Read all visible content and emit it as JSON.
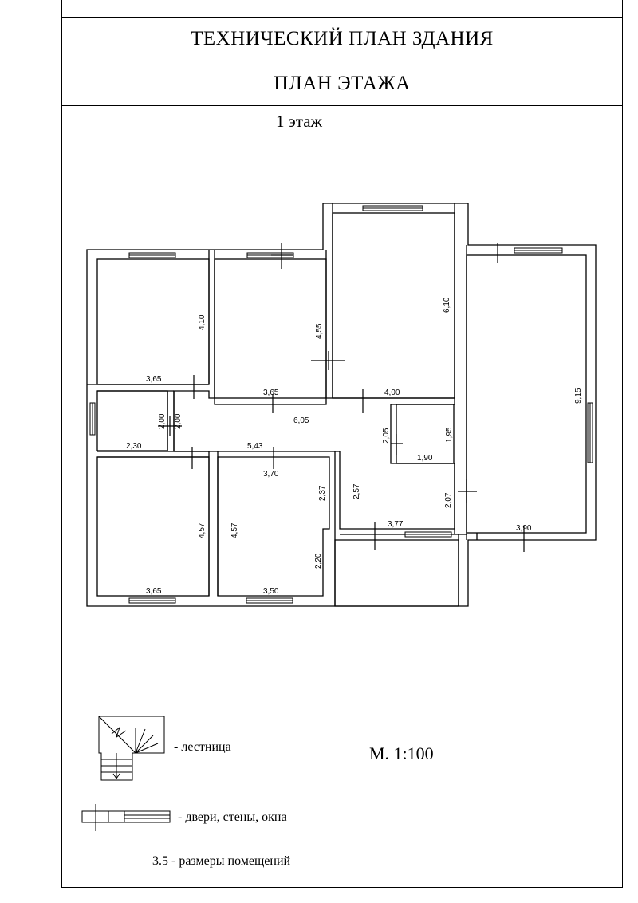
{
  "header": {
    "title": "ТЕХНИЧЕСКИЙ ПЛАН ЗДАНИЯ",
    "subtitle": "ПЛАН ЭТАЖА",
    "floor": "1 этаж"
  },
  "rooms": [
    {
      "id": "r1",
      "width": "3,65",
      "height": "4,10"
    },
    {
      "id": "r2",
      "width": "3,65",
      "height": "4,55"
    },
    {
      "id": "r3",
      "width": "4,00",
      "height": "6,10"
    },
    {
      "id": "r4",
      "width": "3,90",
      "height": "9,15"
    },
    {
      "id": "r5",
      "width": "2,30",
      "height": "2,00",
      "height2": "2,00"
    },
    {
      "id": "corridor",
      "width": "6,05",
      "width2": "5,43",
      "height": "2,05",
      "height2": "2,57",
      "height3": "2,07",
      "width3": "3,77"
    },
    {
      "id": "r6",
      "width": "1,90",
      "height": "1,95"
    },
    {
      "id": "r7",
      "width": "3,65",
      "height": "4,57"
    },
    {
      "id": "r8",
      "width": "3,50",
      "width2": "3,70",
      "height": "4,57",
      "height2": "2,37",
      "height3": "2,20"
    }
  ],
  "legend": {
    "stairs": "- лестница",
    "doors": "- двери, стены, окна",
    "sizes": "3.5 - размеры помещений"
  },
  "scale": "М. 1:100"
}
